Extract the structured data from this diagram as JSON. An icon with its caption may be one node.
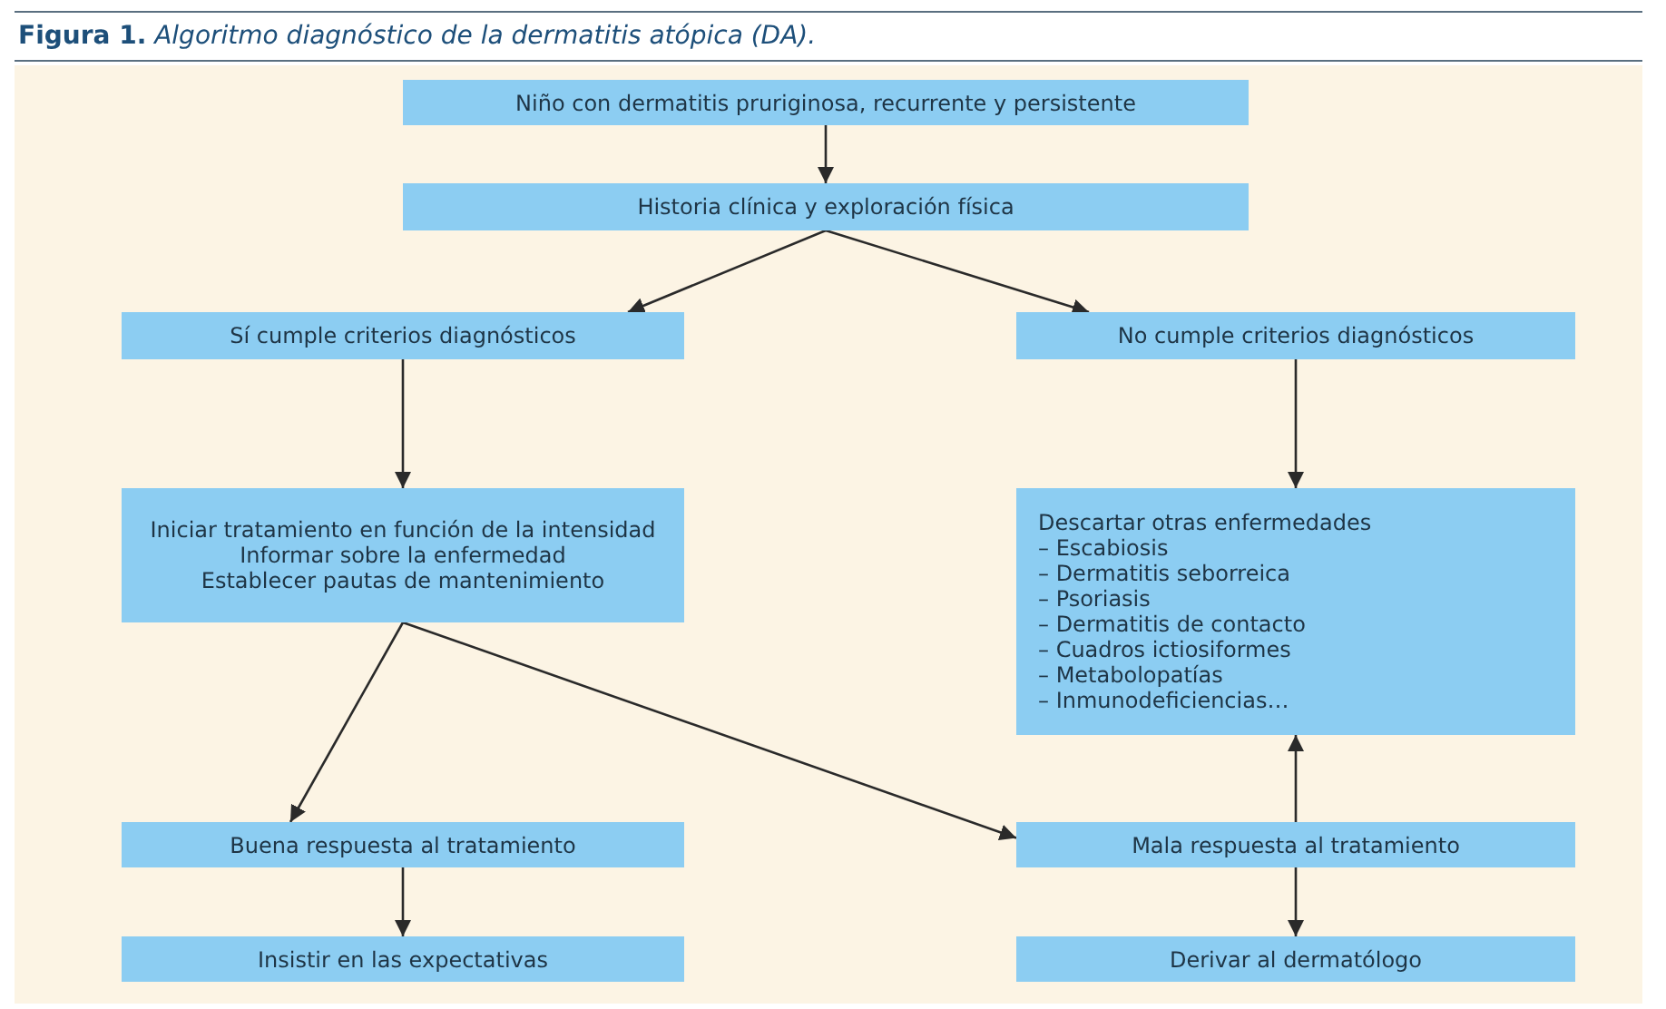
{
  "diagram": {
    "title": "**Figura 1.** *Algoritmo diagnóstico de la dermatitis atópica (DA).*",
    "nodes": [
      {
        "text": [
          "Niño con dermatitis pruriginosa, recurrente y persistente"
        ]
      },
      {
        "text": [
          "Historia clínica y exploración física"
        ]
      },
      {
        "text": [
          "Sí cumple criterios diagnósticos"
        ]
      },
      {
        "text": [
          "No cumple criterios diagnósticos"
        ]
      },
      {
        "text": [
          "Iniciar tratamiento en función de la intensidad",
          "Informar sobre la enfermedad",
          "Establecer pautas de mantenimiento"
        ]
      },
      {
        "text": [
          "Descartar otras enfermedades",
          "– Escabiosis",
          "– Dermatitis seborreica",
          "– Psoriasis",
          "– Dermatitis de contacto",
          "– Cuadros ictiosiformes",
          "– Metabolopatías",
          "– Inmunodeficiencias…"
        ]
      },
      {
        "text": [
          "Buena respuesta al tratamiento"
        ]
      },
      {
        "text": [
          "Mala respuesta al tratamiento"
        ]
      },
      {
        "text": [
          "Insistir en las expectativas"
        ]
      },
      {
        "text": [
          "Derivar al dermatólogo"
        ]
      }
    ],
    "edges": [
      {
        "from": 0,
        "to": 1,
        "arrow": "to"
      },
      {
        "from": 1,
        "to": 2,
        "arrow": "to"
      },
      {
        "from": 1,
        "to": 3,
        "arrow": "to"
      },
      {
        "from": 2,
        "to": 4,
        "arrow": "to"
      },
      {
        "from": 3,
        "to": 5,
        "arrow": "to"
      },
      {
        "from": 4,
        "to": 6,
        "arrow": "to"
      },
      {
        "from": 4,
        "to": 7,
        "arrow": "to"
      },
      {
        "from": 7,
        "to": 5,
        "arrow": "to"
      },
      {
        "from": 7,
        "to": 9,
        "arrow": "to"
      },
      {
        "from": 6,
        "to": 8,
        "arrow": "to"
      }
    ]
  }
}
